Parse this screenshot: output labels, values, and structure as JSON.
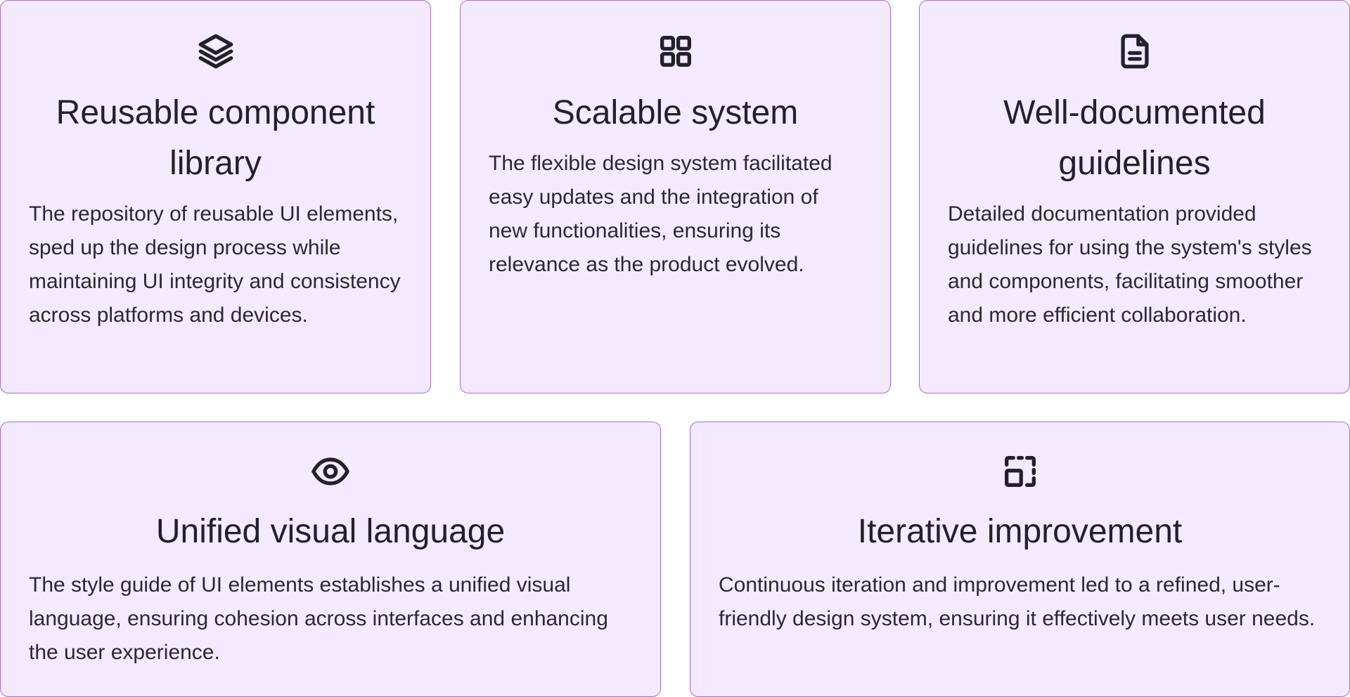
{
  "cards": [
    {
      "icon": "layers-icon",
      "title": "Reusable component library",
      "description": "The repository of reusable UI elements, sped up the design process while maintaining UI integrity and consistency across platforms and devices."
    },
    {
      "icon": "grid-icon",
      "title": "Scalable system",
      "description": "The flexible design system facilitated easy updates and the integration of new functionalities, ensuring its relevance as the product evolved."
    },
    {
      "icon": "document-icon",
      "title": "Well-documented guidelines",
      "description": "Detailed documentation provided guidelines for using the system's styles and components, facilitating smoother and more efficient collaboration."
    },
    {
      "icon": "eye-icon",
      "title": "Unified visual language",
      "description": "The style guide of UI elements establishes a unified visual language, ensuring cohesion across interfaces and enhancing the user experience."
    },
    {
      "icon": "resize-icon",
      "title": "Iterative improvement",
      "description": "Continuous iteration and improvement led to a refined, user-friendly design system, ensuring it effectively meets user needs."
    }
  ],
  "colors": {
    "card_background": "#f3eafe",
    "card_border": "#a070cf",
    "text": "#23202b"
  }
}
